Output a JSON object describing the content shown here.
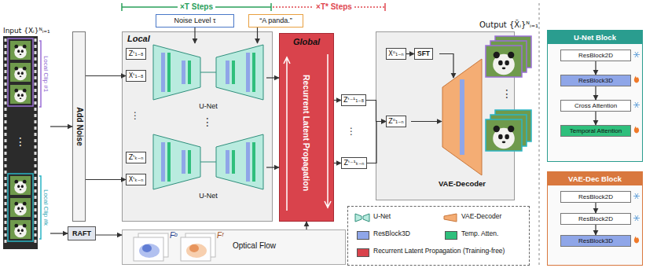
{
  "diagram": {
    "nodes": [
      {
        "text": [
          "Input {Xᵢ}ᴺᵢ₌₁"
        ]
      },
      {
        "text": [
          "Add Noise"
        ]
      },
      {
        "text": [
          "Noise Level τ"
        ]
      },
      {
        "text": [
          "“A panda.”"
        ]
      },
      {
        "text": [
          "Local"
        ]
      },
      {
        "text": [
          "U-Net"
        ],
        "in": 4
      },
      {
        "text": [
          "U-Net"
        ],
        "in": 4
      },
      {
        "text": [
          "Zᵗ₁₋₈"
        ],
        "in": 4
      },
      {
        "text": [
          "Xᵗ₁₋₈"
        ],
        "in": 4
      },
      {
        "text": [
          "Zᵗₖ₋ₙ"
        ],
        "in": 4
      },
      {
        "text": [
          "Xᵗₖ₋ₙ"
        ],
        "in": 4
      },
      {
        "text": [
          "Global",
          "Recurrent Latent Propagation"
        ]
      },
      {
        "text": [
          "Zᵗ⁻¹₁₋₈"
        ]
      },
      {
        "text": [
          "Zᵗ⁻¹ₖ₋ₙ"
        ]
      },
      {
        "text": [
          "VAE-Decoder"
        ]
      },
      {
        "text": [
          "X⁰₁₋ₙ"
        ],
        "in": 14
      },
      {
        "text": [
          "Z⁰₁₋ₙ"
        ],
        "in": 14
      },
      {
        "text": [
          "SFT"
        ],
        "in": 14
      },
      {
        "text": [
          "RAFT"
        ]
      },
      {
        "text": [
          "Optical Flow"
        ]
      },
      {
        "text": [
          "U-Net Block"
        ]
      },
      {
        "text": [
          "ResBlock2D"
        ],
        "in": 20
      },
      {
        "text": [
          "ResBlock3D"
        ],
        "in": 20
      },
      {
        "text": [
          "Cross Attention"
        ],
        "in": 20
      },
      {
        "text": [
          "Temporal Attention"
        ],
        "in": 20
      },
      {
        "text": [
          "VAE-Dec Block"
        ]
      },
      {
        "text": [
          "ResBlock2D"
        ],
        "in": 25
      },
      {
        "text": [
          "ResBlock2D"
        ],
        "in": 25
      },
      {
        "text": [
          "ResBlock3D"
        ],
        "in": 25
      }
    ],
    "edges": [
      {
        "from": 0,
        "to": 1,
        "arrow": "to"
      },
      {
        "from": 1,
        "to": 8,
        "arrow": "to"
      },
      {
        "from": 1,
        "to": 10,
        "arrow": "to"
      },
      {
        "from": 2,
        "to": 5,
        "arrow": "to"
      },
      {
        "from": 3,
        "to": 5,
        "arrow": "to"
      },
      {
        "from": 5,
        "to": 11,
        "arrow": "to"
      },
      {
        "from": 6,
        "to": 11,
        "arrow": "to"
      },
      {
        "from": 11,
        "to": 12,
        "arrow": "to"
      },
      {
        "from": 11,
        "to": 13,
        "arrow": "to"
      },
      {
        "from": 12,
        "to": 16,
        "arrow": "to"
      },
      {
        "from": 13,
        "to": 16,
        "arrow": "to"
      },
      {
        "from": 15,
        "to": 17,
        "arrow": "to"
      },
      {
        "from": 0,
        "to": 18,
        "arrow": "to"
      },
      {
        "from": 18,
        "to": 19,
        "arrow": "to"
      },
      {
        "from": 19,
        "to": 11,
        "arrow": "to"
      },
      {
        "from": 21,
        "to": 22,
        "arrow": "to"
      },
      {
        "from": 22,
        "to": 23,
        "arrow": "to"
      },
      {
        "from": 23,
        "to": 24,
        "arrow": "to"
      },
      {
        "from": 26,
        "to": 27,
        "arrow": "to"
      },
      {
        "from": 27,
        "to": 28,
        "arrow": "to"
      }
    ],
    "labels": [
      "×T Steps",
      "×T* Steps",
      "Local Clip #1",
      "Local Clip #k",
      "⋮",
      "⋮",
      "⋮",
      "⋮",
      "⋮",
      "Output {X̃ᵢ}ᴺᵢ₌₁",
      "Fᵇ",
      "Fᶠ"
    ],
    "legend": [
      {
        "text": "U-Net"
      },
      {
        "text": "VAE-Decoder"
      },
      {
        "text": "ResBlock3D",
        "color": "#8fa6e8"
      },
      {
        "text": "Temp. Atten.",
        "color": "#2fbf7c"
      },
      {
        "text": "Recurrent Latent Propagation (Training-free)",
        "color": "#d9434c"
      }
    ]
  }
}
